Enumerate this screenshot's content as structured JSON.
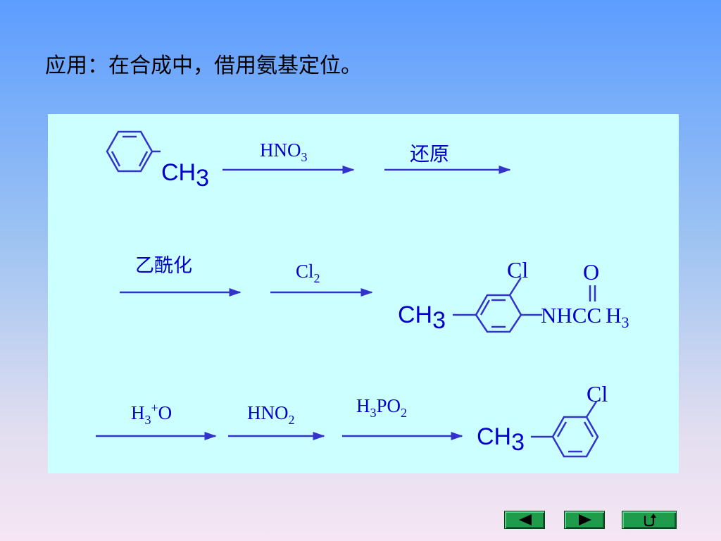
{
  "title": "应用：在合成中，借用氨基定位。",
  "reaction": {
    "row1": {
      "start_group": "CH",
      "start_sub": "3",
      "reagent1_main": "HNO",
      "reagent1_sub": "3",
      "reagent2": "还原"
    },
    "row2": {
      "reagent1": "乙酰化",
      "reagent2_main": "Cl",
      "reagent2_sub": "2",
      "product_methyl": "CH",
      "product_methyl_sub": "3",
      "product_cl": "Cl",
      "product_o": "O",
      "product_amide": "NHCC",
      "product_amide_end": "H",
      "product_amide_end_sub": "3"
    },
    "row3": {
      "reagent1_h": "H",
      "reagent1_sub": "3",
      "reagent1_sup": "+",
      "reagent1_o": "O",
      "reagent2_main": "HNO",
      "reagent2_sub": "2",
      "reagent3_h": "H",
      "reagent3_sub1": "3",
      "reagent3_mid": "PO",
      "reagent3_sub2": "2",
      "product_methyl": "CH",
      "product_methyl_sub": "3",
      "product_cl": "Cl"
    }
  },
  "colors": {
    "bond": "#3333cc",
    "text": "#0000cc",
    "panel": "#ccffff",
    "nav_button": "#1f9b4c"
  },
  "nav": {
    "prev_icon": "triangle-left-icon",
    "next_icon": "triangle-right-icon",
    "return_icon": "return-arrow-icon"
  }
}
